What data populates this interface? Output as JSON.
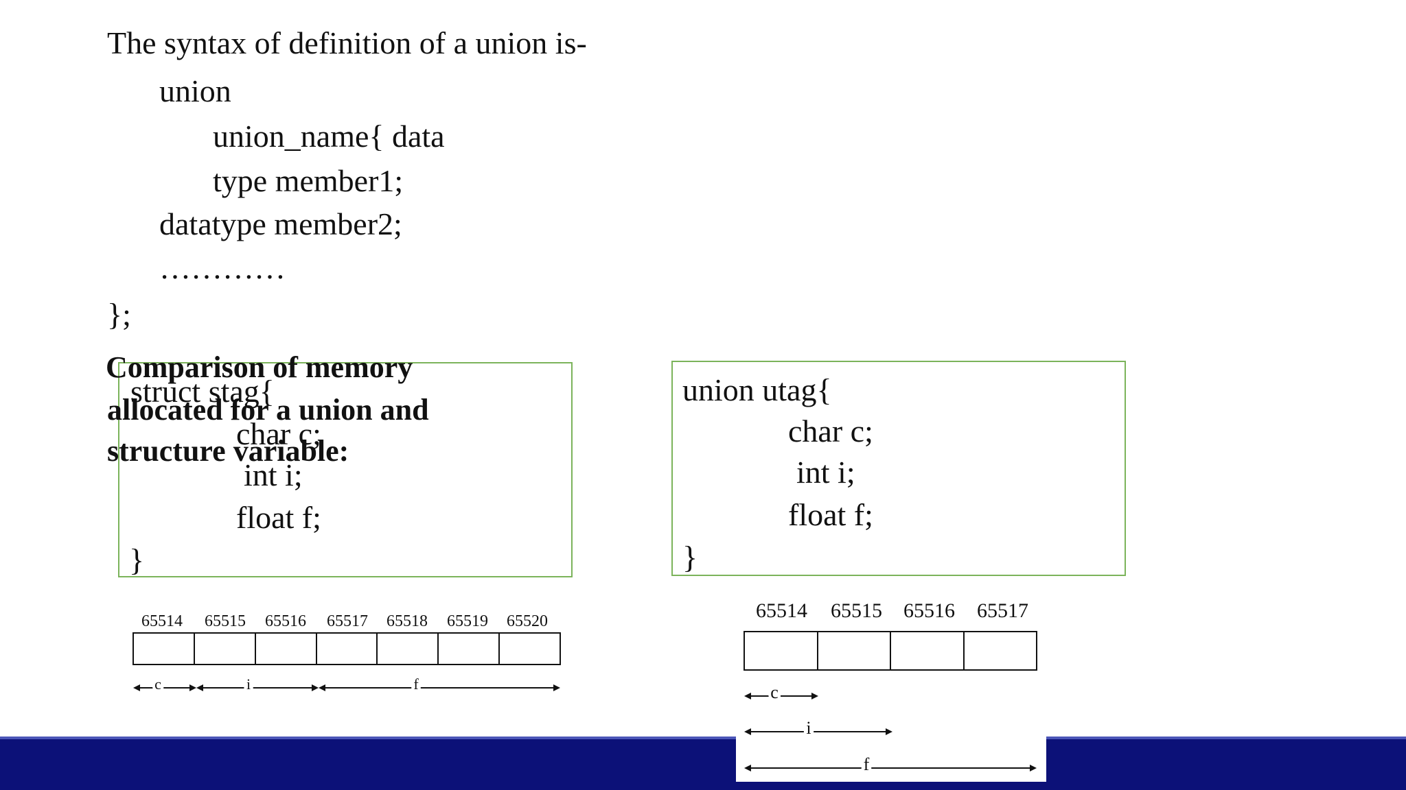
{
  "syntax": {
    "heading": "The syntax of definition of a union is-",
    "lines": [
      "union",
      "union_name{  data",
      "type member1;",
      "datatype member2;",
      "…………",
      "};"
    ]
  },
  "comparison": {
    "lines": [
      "Comparison of memory",
      "allocated for a union and",
      "structure variable:"
    ]
  },
  "struct_code": {
    "lines": [
      "struct stag{",
      "char c;",
      "int i;",
      "float f;",
      "}"
    ]
  },
  "union_code": {
    "lines": [
      "union utag{",
      "char c;",
      "int i;",
      "float f;",
      "}"
    ]
  },
  "struct_memory": {
    "addresses": [
      "65514",
      "65515",
      "65516",
      "65517",
      "65518",
      "65519",
      "65520"
    ],
    "labels": [
      "c",
      "i",
      "f"
    ]
  },
  "union_memory": {
    "addresses": [
      "65514",
      "65515",
      "65516",
      "65517"
    ],
    "labels": [
      "c",
      "i",
      "f"
    ]
  },
  "colors": {
    "box_border": "#7bb35a",
    "footer": "#0c1178"
  }
}
